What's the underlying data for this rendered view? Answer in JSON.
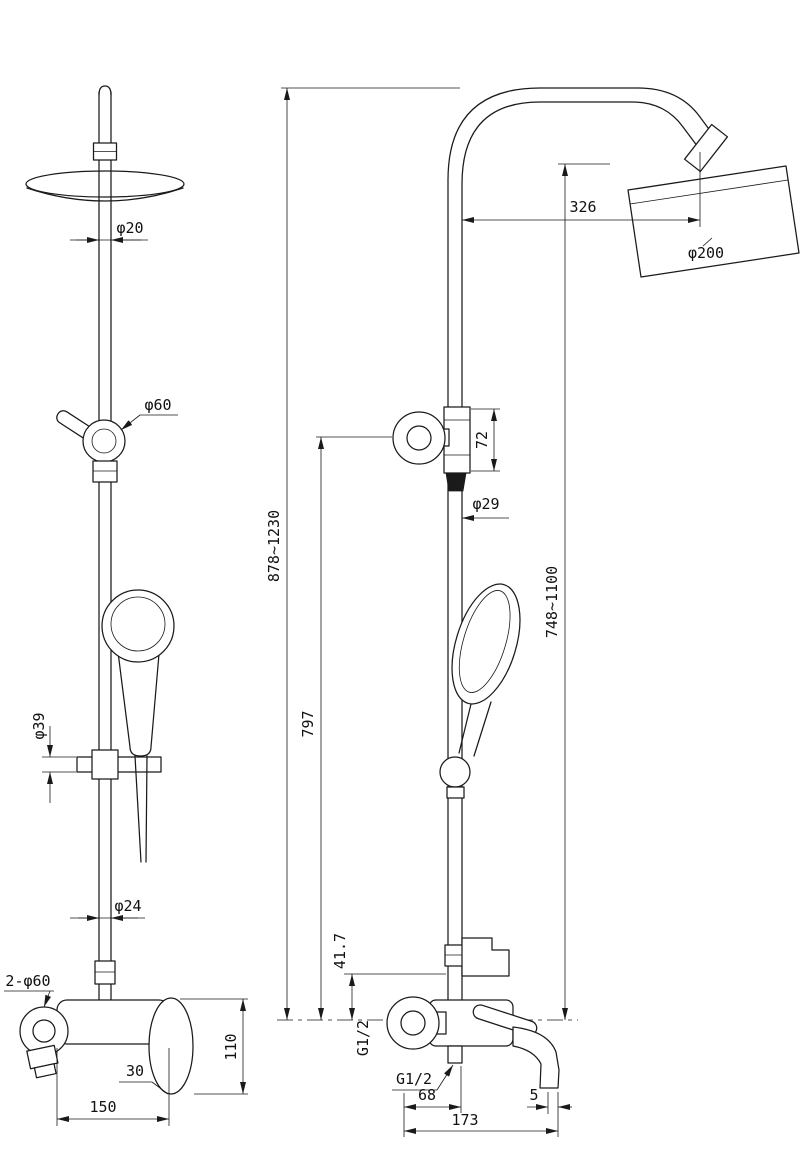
{
  "colors": {
    "background": "#ffffff",
    "line": "#1a1a1a"
  },
  "front_view": {
    "dims": {
      "top_pipe": "φ20",
      "diverter": "φ60",
      "bracket": "φ39",
      "lower_pipe": "φ24",
      "flanges": "2-φ60",
      "spout": "30",
      "body_width": "150",
      "handle_height": "110"
    }
  },
  "side_view": {
    "dims": {
      "arm_reach": "326",
      "head": "φ200",
      "diverter_body": "72",
      "riser_pipe": "φ29",
      "overall_height": "878~1230",
      "diverter_height": "797",
      "head_height": "748~1100",
      "outlet_drop": "41.7",
      "inlet_thread": "G1/2",
      "outlet_thread": "G1/2",
      "outlet_offset": "68",
      "tip_wall": "5",
      "spout_reach": "173"
    }
  }
}
